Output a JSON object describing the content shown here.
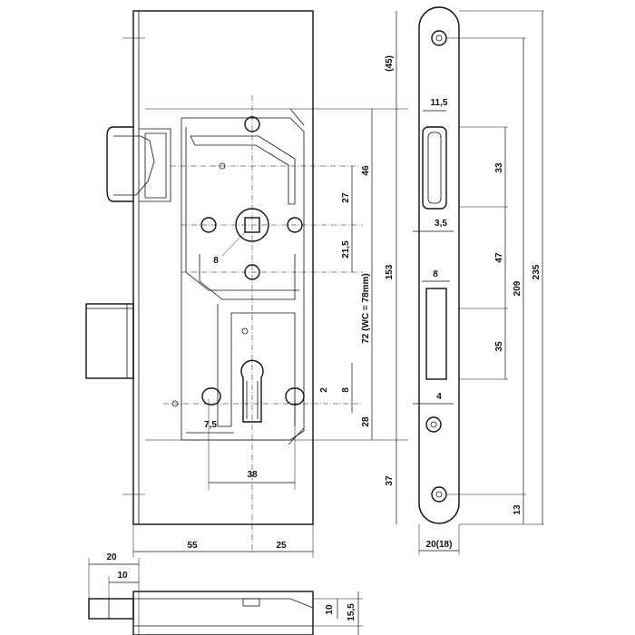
{
  "colors": {
    "line": "#111111",
    "background": "#ffffff"
  },
  "dimensions": {
    "backset": "55",
    "case_edge": "25",
    "follower_to_handle_spacing": "38",
    "keyhole_left_offset": "7,5",
    "total_width": "20",
    "bolt_offset": "10",
    "top_height": "(45)",
    "top_to_follower": "46",
    "follower_to_cylinder_top": "27",
    "latch_step": "21,5",
    "case_height": "153",
    "distance_note": "72 (WC = 78mm)",
    "keyhole_lower": "28",
    "bottom_height": "37",
    "small_2": "2",
    "small_8": "8",
    "spindle": "8",
    "faceplate_width": "11,5",
    "faceplate_3_5": "3,5",
    "faceplate_8": "8",
    "faceplate_4": "4",
    "faceplate_33": "33",
    "faceplate_47": "47",
    "faceplate_35": "35",
    "faceplate_209": "209",
    "faceplate_235": "235",
    "faceplate_13": "13",
    "faceplate_base": "20(18)",
    "bottom_10": "10",
    "bottom_15_5": "15,5"
  }
}
